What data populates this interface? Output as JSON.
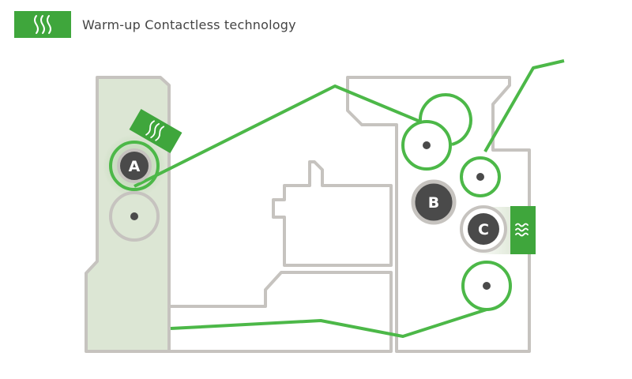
{
  "legend": {
    "label": "Warm-up Contactless technology",
    "icon": "heat-waves-icon",
    "color": "#3fa63c"
  },
  "rollers": [
    {
      "id": "A",
      "label": "A"
    },
    {
      "id": "B",
      "label": "B"
    },
    {
      "id": "C",
      "label": "C"
    }
  ],
  "heaters": [
    {
      "id": "heater-a",
      "icon": "heat-waves-icon"
    },
    {
      "id": "heater-c",
      "icon": "wave-icon"
    }
  ],
  "colors": {
    "web": "#4cb848",
    "frame": "#c6c3bf",
    "panel": "#dce6d4",
    "roller_dark": "#4a4a4a",
    "heater": "#3fa63c"
  }
}
